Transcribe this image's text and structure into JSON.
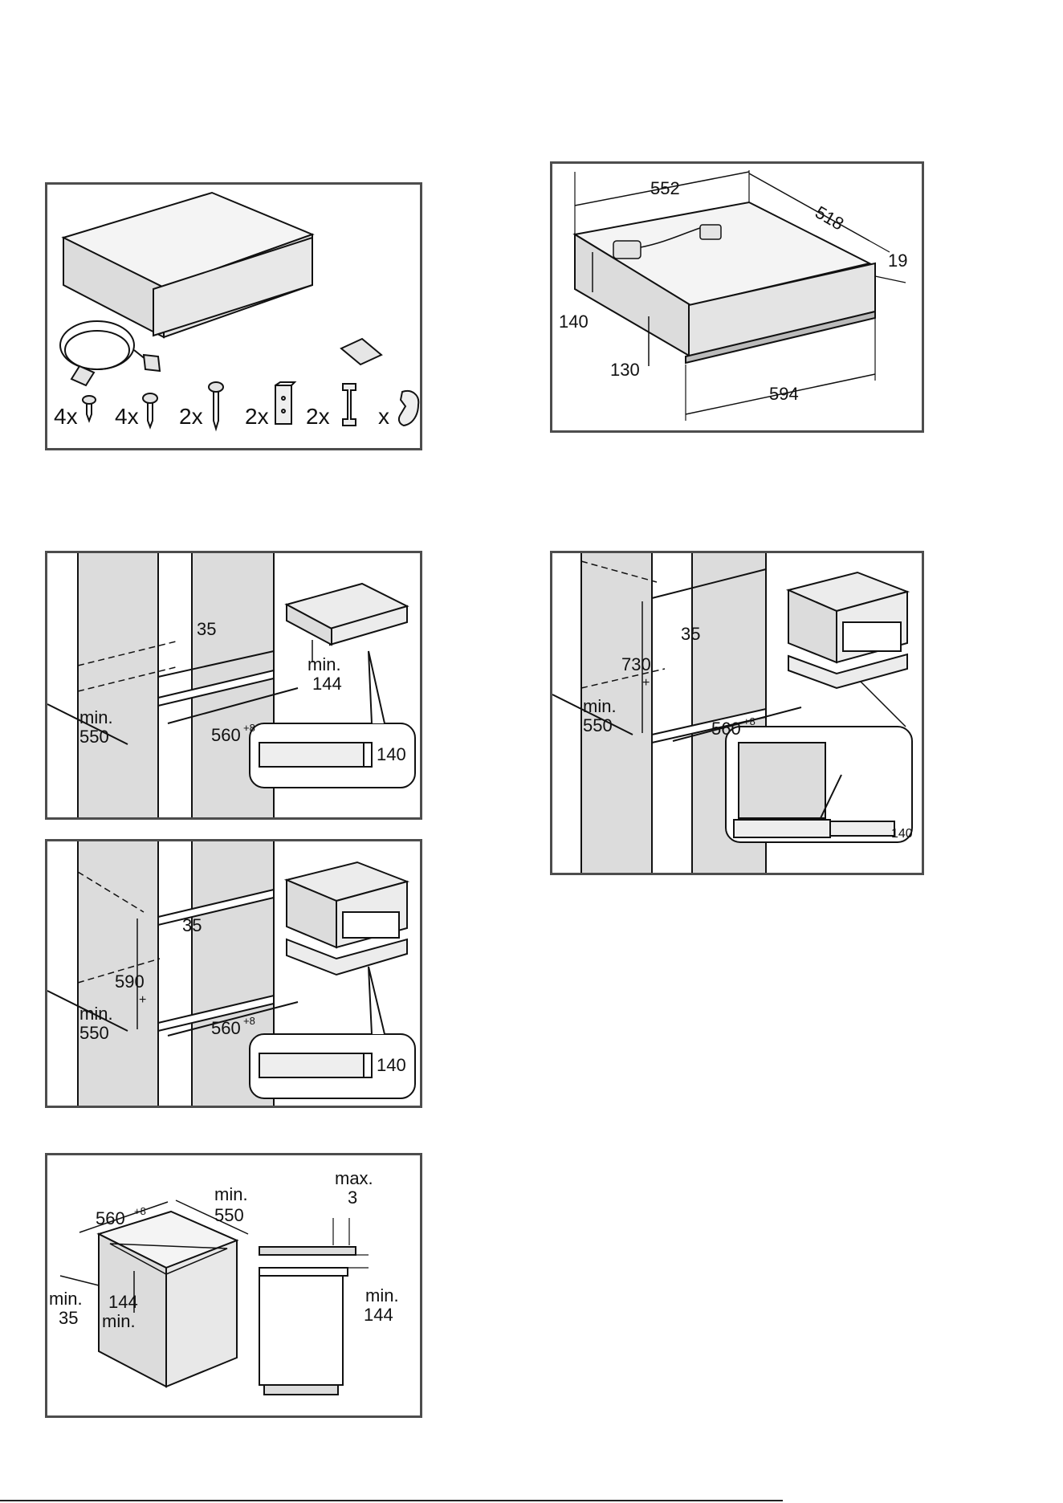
{
  "panel1": {
    "items": [
      {
        "qty": "4x",
        "icon": "short-screw-icon"
      },
      {
        "qty": "4x",
        "icon": "screw-icon"
      },
      {
        "qty": "2x",
        "icon": "long-screw-icon"
      },
      {
        "qty": "2x",
        "icon": "bracket-icon"
      },
      {
        "qty": "2x",
        "icon": "clip-icon"
      },
      {
        "qty": "x",
        "icon": "wrench-icon"
      }
    ]
  },
  "panel2": {
    "width": "552",
    "depth": "518",
    "front": "19",
    "height_body": "140",
    "height_front": "130",
    "front_width": "594"
  },
  "panel3": {
    "gap": "35",
    "min_word": "min.",
    "height": "144",
    "depth": "550",
    "width": "560",
    "width_tol": "+8",
    "drawer_h": "140"
  },
  "panel4": {
    "gap": "35",
    "height": "730",
    "height_tol": "+",
    "min_word": "min.",
    "depth": "550",
    "width": "560",
    "width_tol": "+8",
    "drawer_h": "140"
  },
  "panel5": {
    "gap": "35",
    "height": "590",
    "height_tol": "+",
    "min_word": "min.",
    "depth": "550",
    "width": "560",
    "width_tol": "+8",
    "drawer_h": "140"
  },
  "panel6": {
    "width": "560",
    "width_tol": "+8",
    "min_word": "min.",
    "depth": "550",
    "side": "35",
    "height": "144",
    "max_word": "max.",
    "max_val": "3",
    "min_h": "144"
  },
  "colors": {
    "frame": "#4d4d4d",
    "wall": "#dcdcdc",
    "line": "#111111"
  }
}
